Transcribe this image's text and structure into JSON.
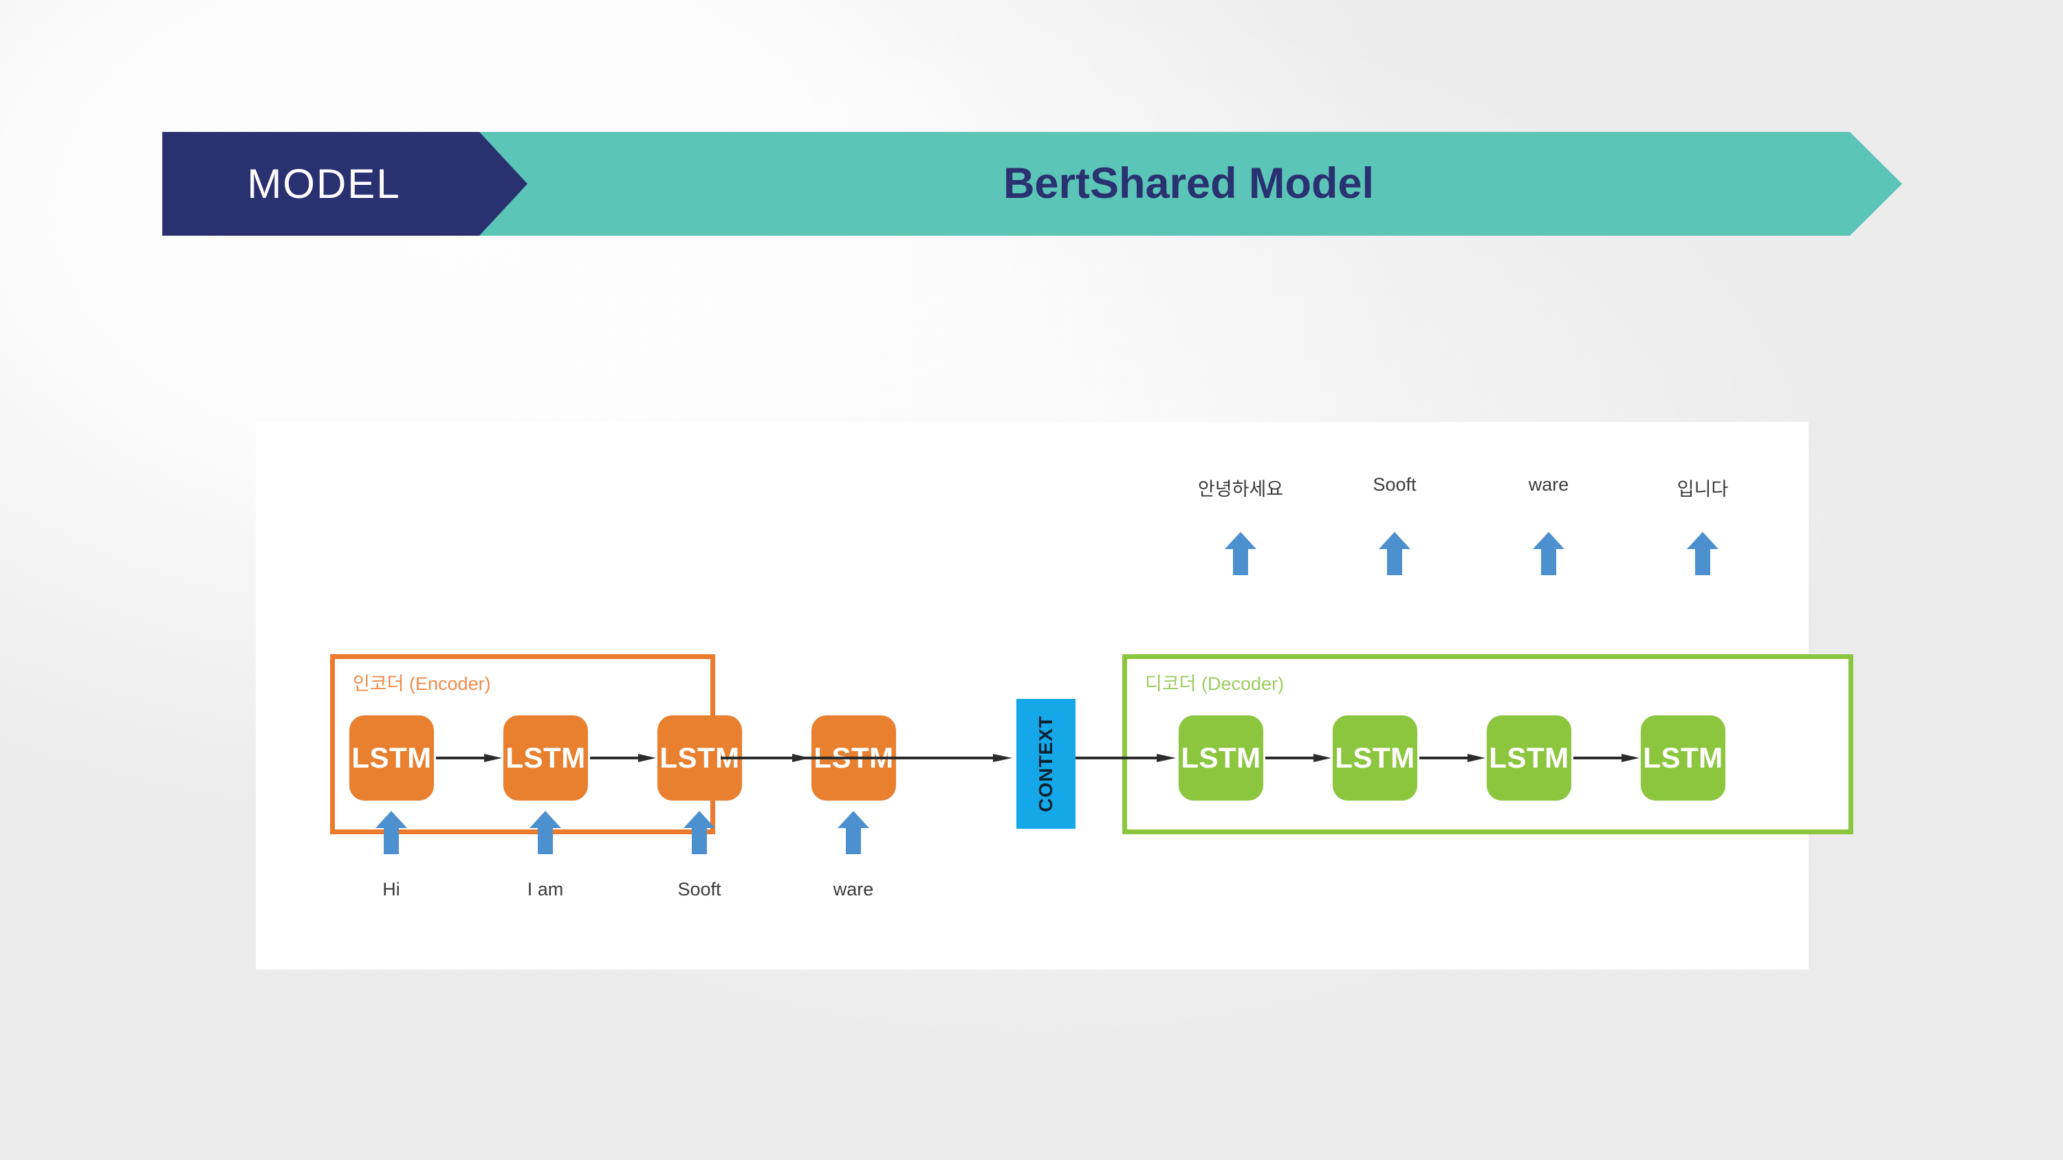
{
  "header": {
    "kicker": "MODEL",
    "title": "BertShared Model",
    "navy_color": "#2a3170",
    "teal_color": "#5bc5b7",
    "title_color": "#2a3170",
    "kicker_color": "#ffffff"
  },
  "diagram": {
    "encoder": {
      "label": "인코더 (Encoder)",
      "border_color": "#ec7a2d",
      "label_color": "#f08b4a",
      "cell_color": "#e8802f",
      "cells": [
        {
          "label": "LSTM"
        },
        {
          "label": "LSTM"
        },
        {
          "label": "LSTM"
        },
        {
          "label": "LSTM"
        }
      ]
    },
    "decoder": {
      "label": "디코더 (Decoder)",
      "border_color": "#8cc63f",
      "label_color": "#9acd5c",
      "cell_color": "#8cc63f",
      "cells": [
        {
          "label": "LSTM"
        },
        {
          "label": "LSTM"
        },
        {
          "label": "LSTM"
        },
        {
          "label": "LSTM"
        }
      ]
    },
    "context": {
      "label": "CONTEXT",
      "fill_color": "#15a8e8",
      "text_color": "#0b2230",
      "orientation": "vertical-bottom-to-top"
    },
    "input_tokens": [
      {
        "text": "Hi"
      },
      {
        "text": "I am"
      },
      {
        "text": "Sooft"
      },
      {
        "text": "ware"
      }
    ],
    "output_tokens": [
      {
        "text": "안녕하세요"
      },
      {
        "text": "Sooft"
      },
      {
        "text": "ware"
      },
      {
        "text": "입니다"
      }
    ],
    "arrow_color": "#4d90cf",
    "connector_color": "#2b2b2b",
    "panel_background": "#ffffff"
  },
  "icons": {
    "up_arrow": "arrow-up-icon",
    "right_arrow": "arrow-right-icon"
  }
}
